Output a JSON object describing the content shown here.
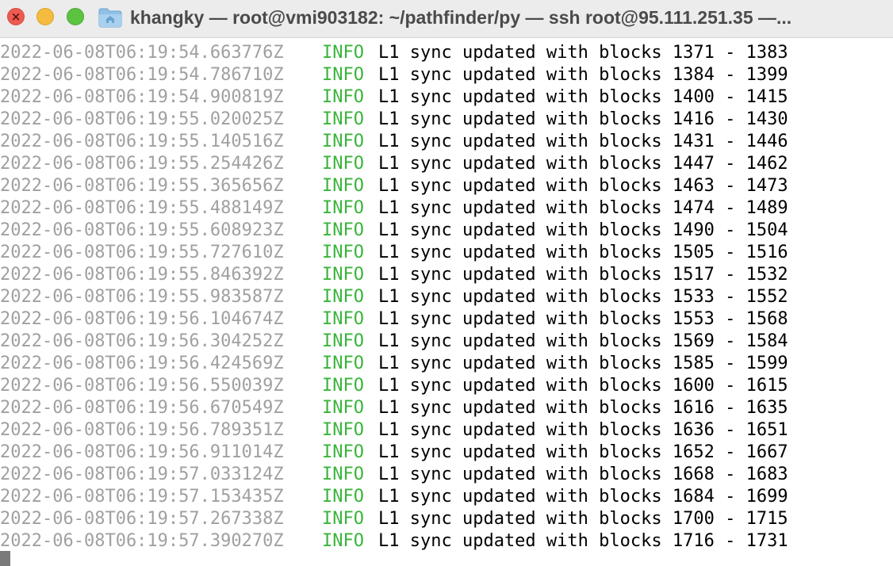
{
  "window": {
    "title": "khangky — root@vmi903182: ~/pathfinder/py — ssh root@95.111.251.35 —...",
    "colors": {
      "close": "#ee5b51",
      "minimize": "#f5bb3f",
      "zoom": "#5cc341",
      "timestamp": "#a0a0a0",
      "info": "#39b53a"
    },
    "icons": {
      "folder": "folder-icon",
      "close": "close-icon"
    },
    "close_glyph": "×"
  },
  "log": {
    "lines": [
      {
        "ts": "2022-06-08T06:19:54.663776Z",
        "level": "INFO",
        "msg": "L1 sync updated with blocks 1371 - 1383"
      },
      {
        "ts": "2022-06-08T06:19:54.786710Z",
        "level": "INFO",
        "msg": "L1 sync updated with blocks 1384 - 1399"
      },
      {
        "ts": "2022-06-08T06:19:54.900819Z",
        "level": "INFO",
        "msg": "L1 sync updated with blocks 1400 - 1415"
      },
      {
        "ts": "2022-06-08T06:19:55.020025Z",
        "level": "INFO",
        "msg": "L1 sync updated with blocks 1416 - 1430"
      },
      {
        "ts": "2022-06-08T06:19:55.140516Z",
        "level": "INFO",
        "msg": "L1 sync updated with blocks 1431 - 1446"
      },
      {
        "ts": "2022-06-08T06:19:55.254426Z",
        "level": "INFO",
        "msg": "L1 sync updated with blocks 1447 - 1462"
      },
      {
        "ts": "2022-06-08T06:19:55.365656Z",
        "level": "INFO",
        "msg": "L1 sync updated with blocks 1463 - 1473"
      },
      {
        "ts": "2022-06-08T06:19:55.488149Z",
        "level": "INFO",
        "msg": "L1 sync updated with blocks 1474 - 1489"
      },
      {
        "ts": "2022-06-08T06:19:55.608923Z",
        "level": "INFO",
        "msg": "L1 sync updated with blocks 1490 - 1504"
      },
      {
        "ts": "2022-06-08T06:19:55.727610Z",
        "level": "INFO",
        "msg": "L1 sync updated with blocks 1505 - 1516"
      },
      {
        "ts": "2022-06-08T06:19:55.846392Z",
        "level": "INFO",
        "msg": "L1 sync updated with blocks 1517 - 1532"
      },
      {
        "ts": "2022-06-08T06:19:55.983587Z",
        "level": "INFO",
        "msg": "L1 sync updated with blocks 1533 - 1552"
      },
      {
        "ts": "2022-06-08T06:19:56.104674Z",
        "level": "INFO",
        "msg": "L1 sync updated with blocks 1553 - 1568"
      },
      {
        "ts": "2022-06-08T06:19:56.304252Z",
        "level": "INFO",
        "msg": "L1 sync updated with blocks 1569 - 1584"
      },
      {
        "ts": "2022-06-08T06:19:56.424569Z",
        "level": "INFO",
        "msg": "L1 sync updated with blocks 1585 - 1599"
      },
      {
        "ts": "2022-06-08T06:19:56.550039Z",
        "level": "INFO",
        "msg": "L1 sync updated with blocks 1600 - 1615"
      },
      {
        "ts": "2022-06-08T06:19:56.670549Z",
        "level": "INFO",
        "msg": "L1 sync updated with blocks 1616 - 1635"
      },
      {
        "ts": "2022-06-08T06:19:56.789351Z",
        "level": "INFO",
        "msg": "L1 sync updated with blocks 1636 - 1651"
      },
      {
        "ts": "2022-06-08T06:19:56.911014Z",
        "level": "INFO",
        "msg": "L1 sync updated with blocks 1652 - 1667"
      },
      {
        "ts": "2022-06-08T06:19:57.033124Z",
        "level": "INFO",
        "msg": "L1 sync updated with blocks 1668 - 1683"
      },
      {
        "ts": "2022-06-08T06:19:57.153435Z",
        "level": "INFO",
        "msg": "L1 sync updated with blocks 1684 - 1699"
      },
      {
        "ts": "2022-06-08T06:19:57.267338Z",
        "level": "INFO",
        "msg": "L1 sync updated with blocks 1700 - 1715"
      },
      {
        "ts": "2022-06-08T06:19:57.390270Z",
        "level": "INFO",
        "msg": "L1 sync updated with blocks 1716 - 1731"
      }
    ]
  }
}
